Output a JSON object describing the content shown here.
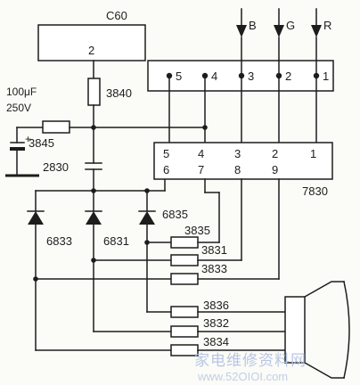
{
  "ic_c60": {
    "label": "C60",
    "pin": "2"
  },
  "connector": {
    "pins": [
      "5",
      "4",
      "3",
      "2",
      "1"
    ]
  },
  "inputs": [
    "B",
    "G",
    "R"
  ],
  "ic_7830": {
    "label": "7830",
    "top_pins": [
      "5",
      "4",
      "3",
      "2",
      "1"
    ],
    "bottom_pins": [
      "6",
      "7",
      "8",
      "9"
    ]
  },
  "components": {
    "cap_value_1": "100μF",
    "cap_value_2": "250V",
    "r3840": "3840",
    "r3845": "3845",
    "c2830": "2830",
    "d6833": "6833",
    "d6831": "6831",
    "d6835": "6835",
    "r3835": "3835",
    "r3831": "3831",
    "r3833": "3833",
    "r3836": "3836",
    "r3832": "3832",
    "r3834": "3834"
  },
  "watermark": {
    "text": "家电维修资料网",
    "url": "www.52OIOI.com"
  }
}
